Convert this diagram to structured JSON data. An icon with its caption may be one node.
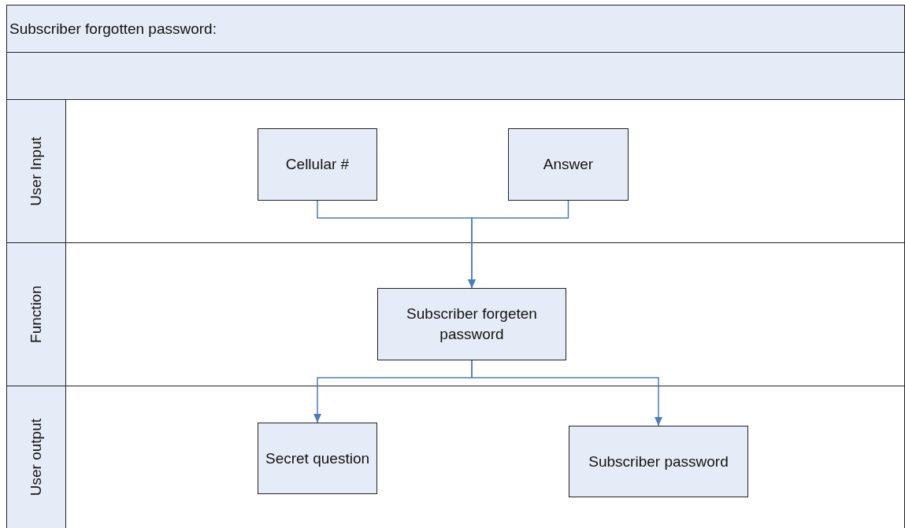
{
  "diagram": {
    "title": "Subscriber forgotten password:",
    "nodes": [
      {
        "text": [
          "User Input"
        ]
      },
      {
        "text": [
          "Cellular #"
        ],
        "in": 0
      },
      {
        "text": [
          "Answer"
        ],
        "in": 0
      },
      {
        "text": [
          "Function"
        ]
      },
      {
        "text": [
          "Subscriber forgeten password"
        ],
        "in": 3
      },
      {
        "text": [
          "User output"
        ]
      },
      {
        "text": [
          "Secret question"
        ],
        "in": 5
      },
      {
        "text": [
          "Subscriber password"
        ],
        "in": 5
      }
    ],
    "edges": [
      {
        "from": 1,
        "to": 4,
        "arrow": "to"
      },
      {
        "from": 2,
        "to": 4,
        "arrow": "to"
      },
      {
        "from": 4,
        "to": 6,
        "arrow": "to"
      },
      {
        "from": 4,
        "to": 7,
        "arrow": "to"
      }
    ]
  }
}
